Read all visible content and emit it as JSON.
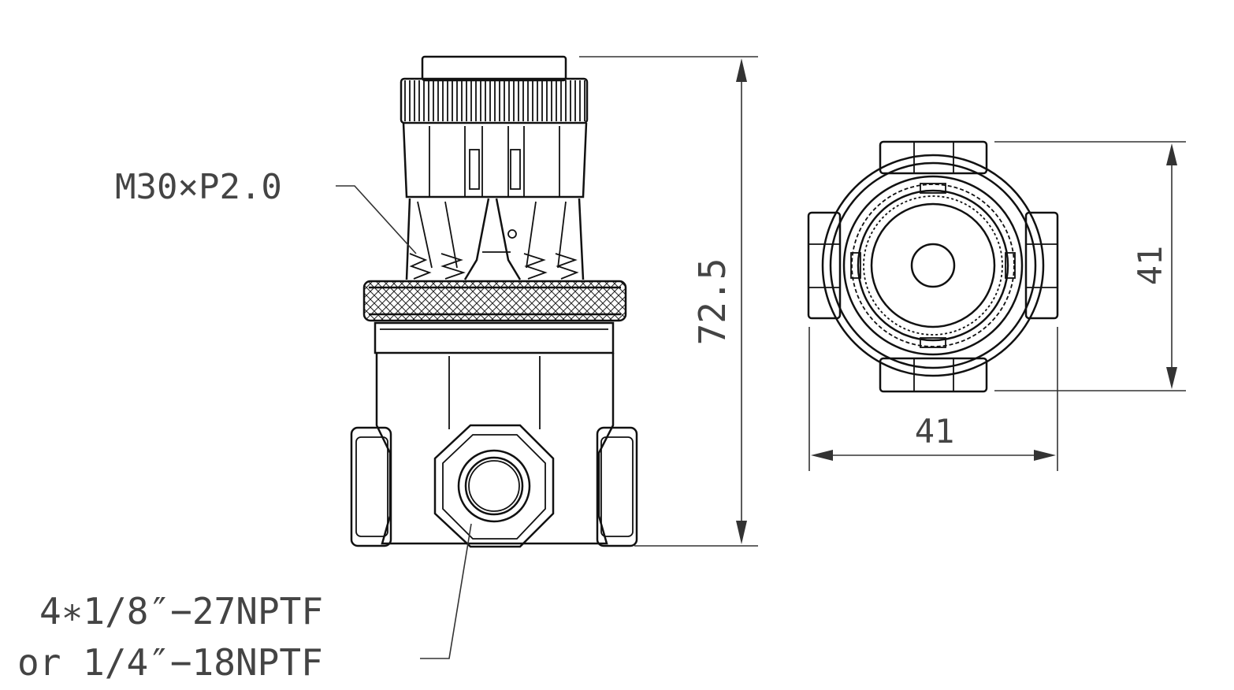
{
  "figure": {
    "labels": {
      "thread": "M30×P2.0",
      "port_line1": "4∗1/8″−27NPTF",
      "port_line2": "or 1/4″−18NPTF"
    },
    "dimensions": {
      "height": "72.5",
      "side_height": "41",
      "side_width": "41"
    },
    "colors": {
      "line": "#111111",
      "text": "#444444",
      "background": "#ffffff"
    }
  }
}
